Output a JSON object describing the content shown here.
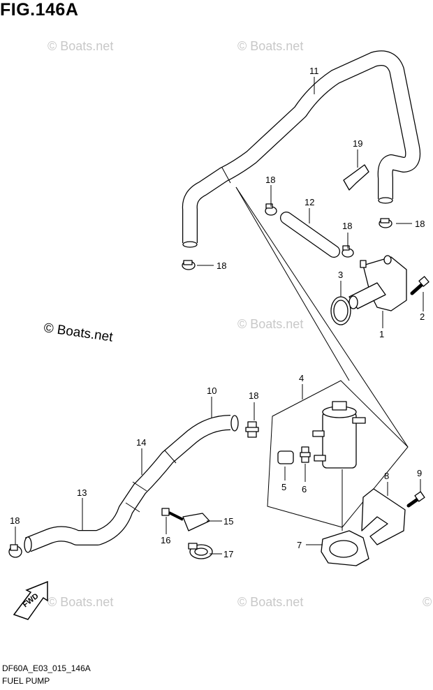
{
  "figure": {
    "title": "FIG.146A",
    "code": "DF60A_E03_015_146A",
    "subtitle": "FUEL PUMP"
  },
  "watermarks": {
    "small": "© Boats.net",
    "large": "© Boats.net"
  },
  "arrow": {
    "label": "FWD"
  },
  "callouts": [
    {
      "id": "1",
      "text": "1"
    },
    {
      "id": "2",
      "text": "2"
    },
    {
      "id": "3",
      "text": "3"
    },
    {
      "id": "4",
      "text": "4"
    },
    {
      "id": "5",
      "text": "5"
    },
    {
      "id": "6",
      "text": "6"
    },
    {
      "id": "7",
      "text": "7"
    },
    {
      "id": "8",
      "text": "8"
    },
    {
      "id": "9",
      "text": "9"
    },
    {
      "id": "10",
      "text": "10"
    },
    {
      "id": "11",
      "text": "11"
    },
    {
      "id": "12",
      "text": "12"
    },
    {
      "id": "13",
      "text": "13"
    },
    {
      "id": "14",
      "text": "14"
    },
    {
      "id": "15",
      "text": "15"
    },
    {
      "id": "16",
      "text": "16"
    },
    {
      "id": "17",
      "text": "17"
    },
    {
      "id": "18a",
      "text": "18"
    },
    {
      "id": "18b",
      "text": "18"
    },
    {
      "id": "18c",
      "text": "18"
    },
    {
      "id": "18d",
      "text": "18"
    },
    {
      "id": "18e",
      "text": "18"
    },
    {
      "id": "18f",
      "text": "18"
    },
    {
      "id": "19",
      "text": "19"
    }
  ]
}
